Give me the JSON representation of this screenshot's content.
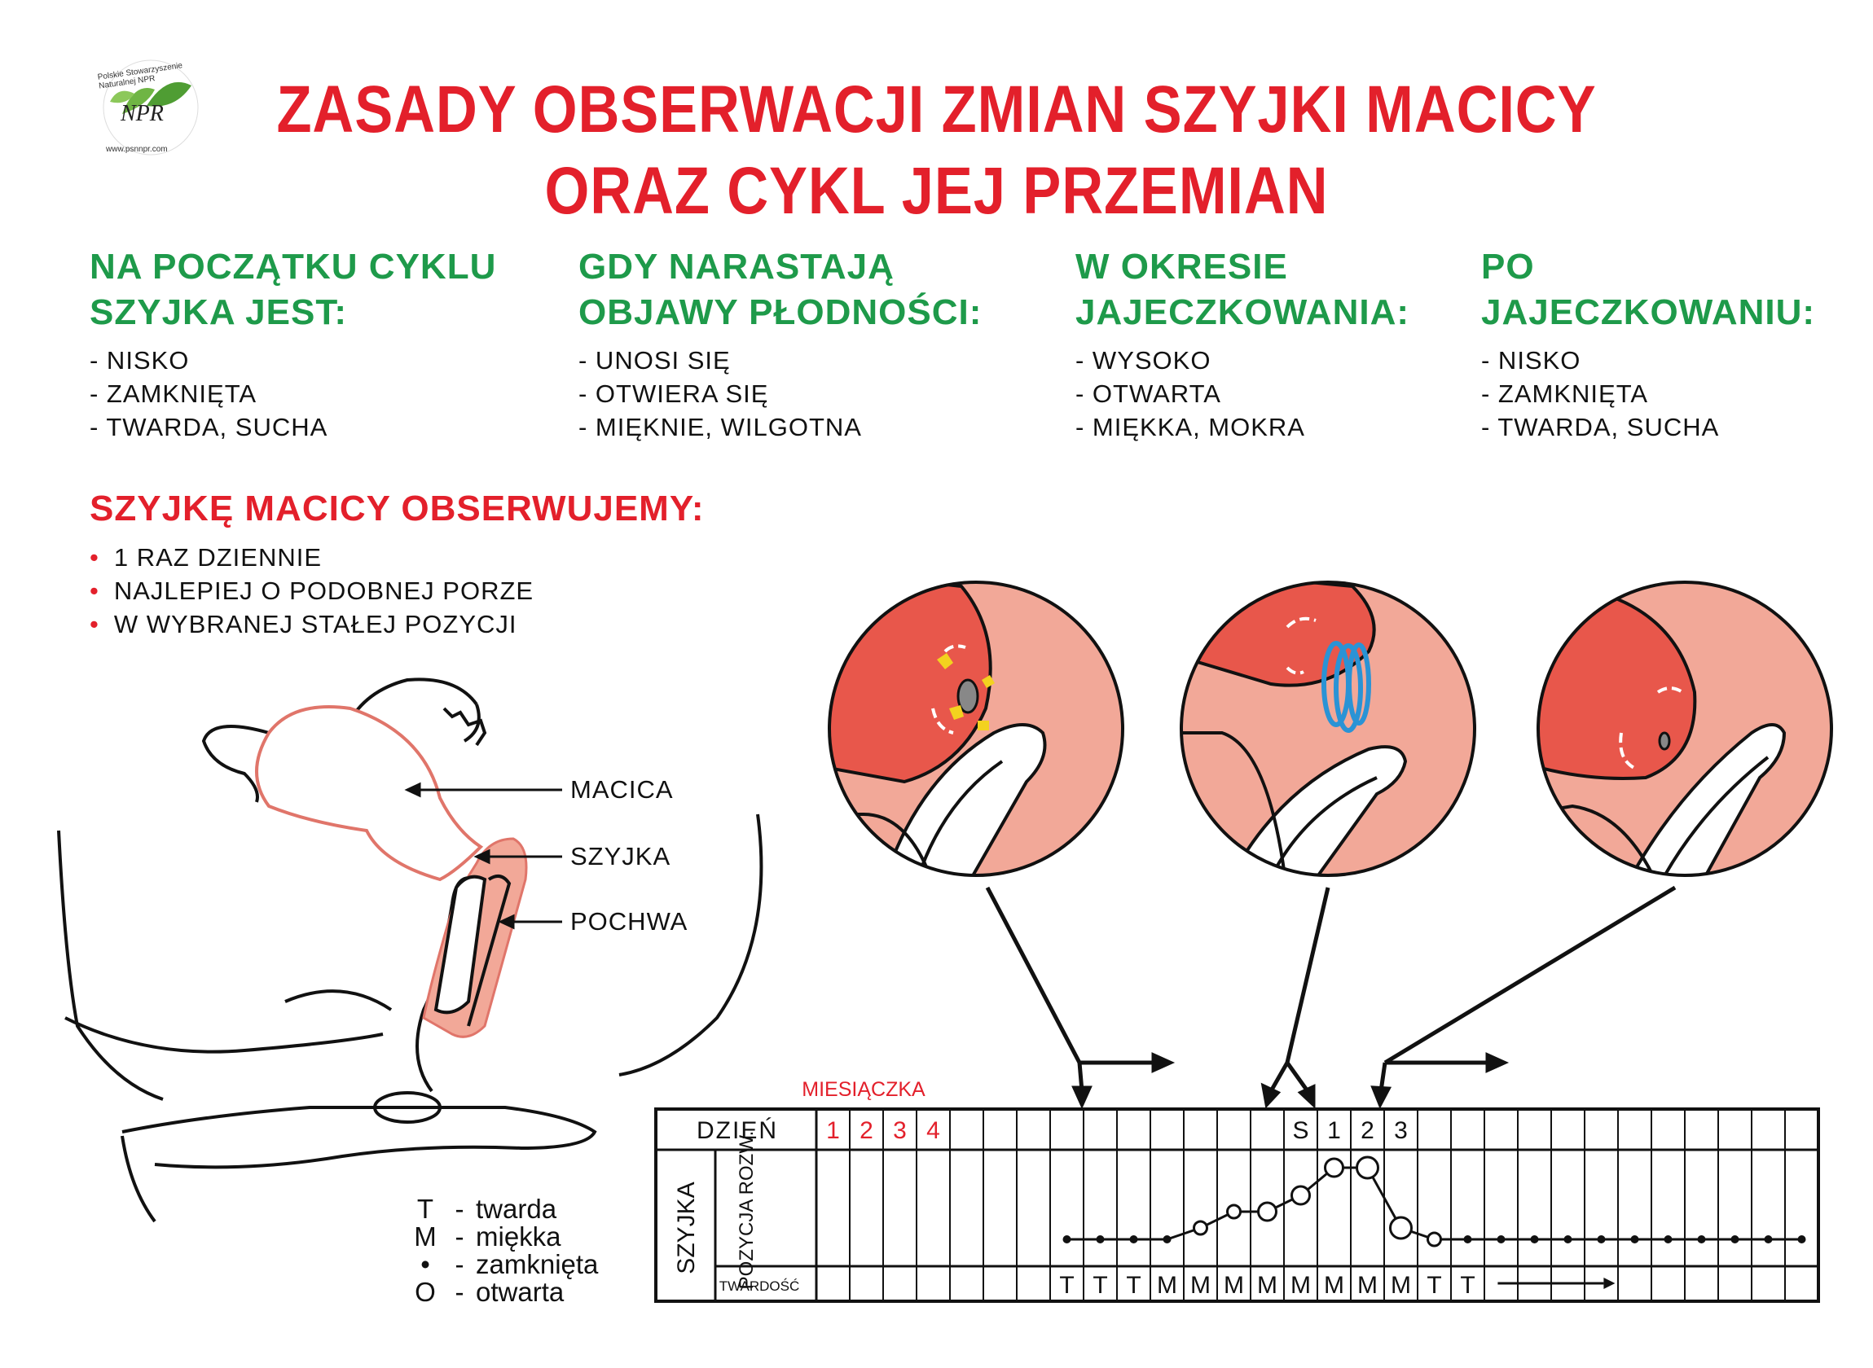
{
  "logo": {
    "text": "NPR",
    "top_text": "Polskie Stowarzyszenie Naturalnej NPR",
    "url": "www.psnnpr.com"
  },
  "title": {
    "line1": "ZASADY OBSERWACJI ZMIAN SZYJKI MACICY",
    "line2": "ORAZ CYKL JEJ PRZEMIAN"
  },
  "phases": [
    {
      "heading1": "NA POCZĄTKU CYKLU",
      "heading2": "SZYJKA JEST:",
      "items": [
        "- NISKO",
        "- ZAMKNIĘTA",
        "- TWARDA, SUCHA"
      ]
    },
    {
      "heading1": "GDY NARASTAJĄ",
      "heading2": "OBJAWY PŁODNOŚCI:",
      "items": [
        "- UNOSI SIĘ",
        "- OTWIERA SIĘ",
        "- MIĘKNIE, WILGOTNA"
      ]
    },
    {
      "heading1": "W OKRESIE",
      "heading2": "JAJECZKOWANIA:",
      "items": [
        "- WYSOKO",
        "- OTWARTA",
        "- MIĘKKA, MOKRA"
      ]
    },
    {
      "heading1": "PO",
      "heading2": "JAJECZKOWANIU:",
      "items": [
        "- NISKO",
        "- ZAMKNIĘTA",
        "- TWARDA, SUCHA"
      ]
    }
  ],
  "observe": {
    "heading": "SZYJKĘ MACICY OBSERWUJEMY:",
    "bullet": "•",
    "items": [
      "1 RAZ DZIENNIE",
      "NAJLEPIEJ O PODOBNEJ PORZE",
      "W WYBRANEJ STAŁEJ POZYCJI"
    ]
  },
  "anatomy": {
    "uterus": "MACICA",
    "cervix": "SZYJKA",
    "vagina": "POCHWA"
  },
  "legend": [
    {
      "key": "T",
      "dash": "-",
      "desc": "twarda"
    },
    {
      "key": "M",
      "dash": "-",
      "desc": "miękka"
    },
    {
      "key": "•",
      "dash": "-",
      "desc": "zamknięta"
    },
    {
      "key": "O",
      "dash": "-",
      "desc": "otwarta"
    }
  ],
  "chart": {
    "menstruation_label": "MIESIĄCZKA",
    "day_label": "DZIEŃ",
    "side_label": "SZYJKA",
    "position_label": "POZYCJA ROZW.",
    "hardness_label": "TWARDOŚĆ",
    "days": [
      "1",
      "2",
      "3",
      "4",
      "",
      "",
      "",
      "",
      "",
      "",
      "",
      "",
      "",
      "",
      "S",
      "1",
      "2",
      "3",
      "",
      "",
      "",
      "",
      "",
      "",
      "",
      "",
      "",
      "",
      "",
      ""
    ],
    "menstruation_days": 4,
    "hardness": [
      "",
      "",
      "",
      "",
      "",
      "",
      "",
      "T",
      "T",
      "T",
      "M",
      "M",
      "M",
      "M",
      "M",
      "M",
      "M",
      "M",
      "T",
      "T",
      "",
      "",
      "",
      "",
      "",
      "",
      "",
      "",
      "",
      ""
    ],
    "position": [
      "",
      "",
      "",
      "",
      "",
      "",
      "",
      "low",
      "low",
      "low",
      "low",
      "mid-low",
      "mid",
      "mid",
      "mid-high",
      "high",
      "high",
      "mid-low",
      "low",
      "low",
      "low",
      "low",
      "low",
      "low",
      "low",
      "low",
      "low",
      "low",
      "low",
      "low"
    ],
    "opening": [
      "",
      "",
      "",
      "",
      "",
      "",
      "",
      "closed",
      "closed",
      "closed",
      "closed",
      "slightly",
      "slightly",
      "open",
      "open",
      "open",
      "wide",
      "wide",
      "slightly",
      "closed",
      "closed",
      "closed",
      "closed",
      "closed",
      "closed",
      "closed",
      "closed",
      "closed",
      "closed",
      "closed"
    ],
    "colors": {
      "red": "#e3202b",
      "green": "#1e9a4a",
      "pink": "#f2a898",
      "dark_pink": "#e8574b",
      "blue": "#2a93d5",
      "yellow": "#f3d21f"
    }
  }
}
